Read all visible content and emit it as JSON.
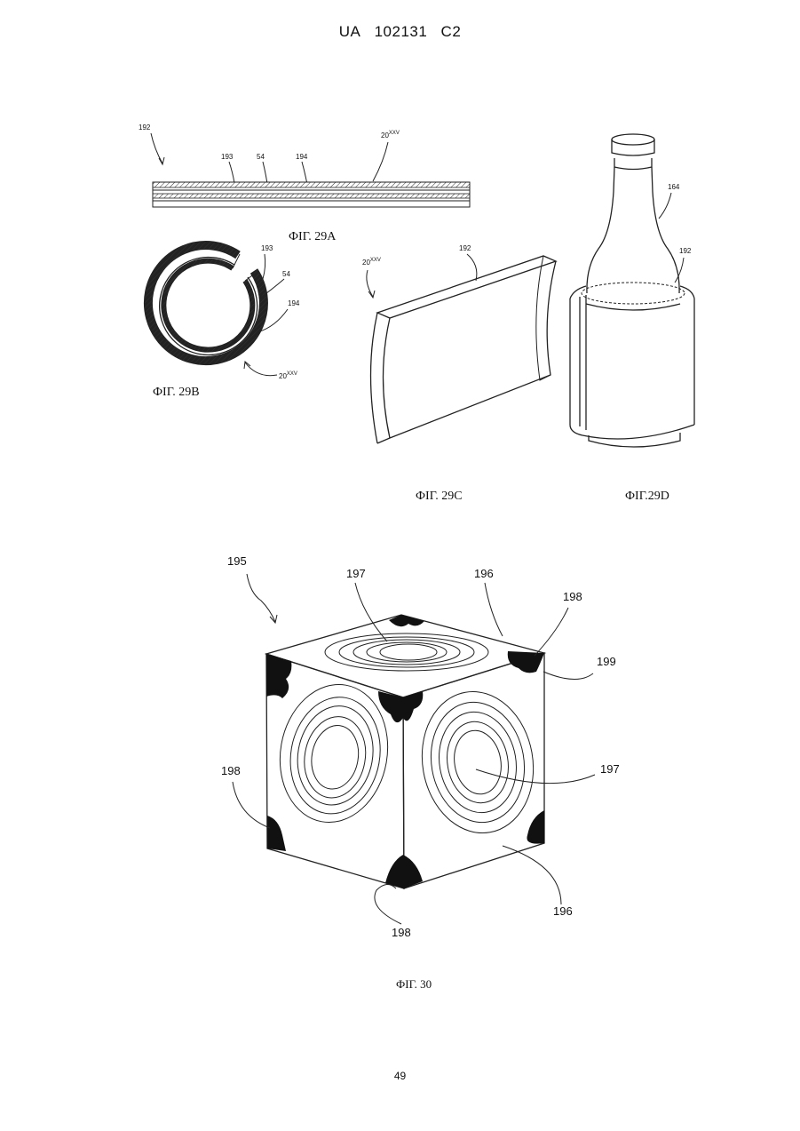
{
  "header": {
    "country": "UA",
    "number": "102131",
    "kind": "C2"
  },
  "page_number": "49",
  "figures": {
    "fig29a": {
      "caption": "ФІГ. 29А",
      "labels": {
        "assembly": "192",
        "outer": "193",
        "middle": "54",
        "inner": "194",
        "sheet": "20",
        "sheet_sup": "XXV"
      }
    },
    "fig29b": {
      "caption": "ФІГ. 29В",
      "labels": {
        "outer": "193",
        "middle": "54",
        "inner": "194",
        "sheet": "20",
        "sheet_sup": "XXV"
      }
    },
    "fig29c": {
      "caption": "ФІГ. 29С",
      "labels": {
        "panel": "192",
        "sheet": "20",
        "sheet_sup": "XXV"
      }
    },
    "fig29d": {
      "caption": "ФІГ.29D",
      "labels": {
        "bottle": "164",
        "sleeve": "192"
      }
    },
    "fig30": {
      "caption": "ФІГ. 30",
      "labels": {
        "cube": "195",
        "pattern_top": "197",
        "face_top": "196",
        "corner_top": "198",
        "edge": "199",
        "corner_left": "198",
        "pattern_right": "197",
        "face_right": "196",
        "corner_bottom": "198"
      }
    }
  }
}
